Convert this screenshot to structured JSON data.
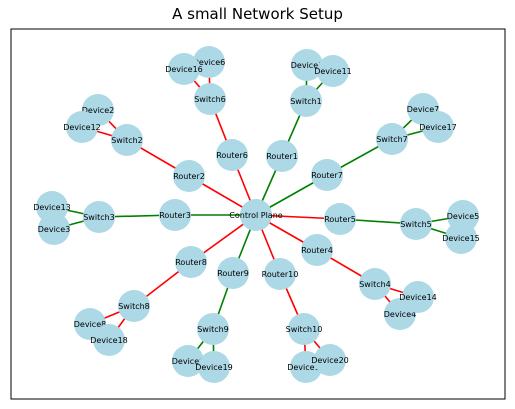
{
  "title": "A small Network Setup",
  "colors": {
    "red": "#ff0000",
    "green": "#008000",
    "node": "#add8e6",
    "frame": "#000000"
  },
  "nodes": [
    {
      "id": "ControlPlane",
      "label": "Control Plane"
    },
    {
      "id": "Router1",
      "label": "Router1"
    },
    {
      "id": "Router2",
      "label": "Router2"
    },
    {
      "id": "Router3",
      "label": "Router3"
    },
    {
      "id": "Router4",
      "label": "Router4"
    },
    {
      "id": "Router5",
      "label": "Router5"
    },
    {
      "id": "Router6",
      "label": "Router6"
    },
    {
      "id": "Router7",
      "label": "Router7"
    },
    {
      "id": "Router8",
      "label": "Router8"
    },
    {
      "id": "Router9",
      "label": "Router9"
    },
    {
      "id": "Router10",
      "label": "Router10"
    },
    {
      "id": "Switch1",
      "label": "Switch1"
    },
    {
      "id": "Switch2",
      "label": "Switch2"
    },
    {
      "id": "Switch3",
      "label": "Switch3"
    },
    {
      "id": "Switch4",
      "label": "Switch4"
    },
    {
      "id": "Switch5",
      "label": "Switch5"
    },
    {
      "id": "Switch6",
      "label": "Switch6"
    },
    {
      "id": "Switch7",
      "label": "Switch7"
    },
    {
      "id": "Switch8",
      "label": "Switch8"
    },
    {
      "id": "Switch9",
      "label": "Switch9"
    },
    {
      "id": "Switch10",
      "label": "Switch10"
    },
    {
      "id": "Device1",
      "label": "Device1"
    },
    {
      "id": "Device11",
      "label": "Device11"
    },
    {
      "id": "Device2",
      "label": "Device2"
    },
    {
      "id": "Device12",
      "label": "Device12"
    },
    {
      "id": "Device3",
      "label": "Device3"
    },
    {
      "id": "Device13",
      "label": "Device13"
    },
    {
      "id": "Device4",
      "label": "Device4"
    },
    {
      "id": "Device14",
      "label": "Device14"
    },
    {
      "id": "Device5",
      "label": "Device5"
    },
    {
      "id": "Device15",
      "label": "Device15"
    },
    {
      "id": "Device6",
      "label": "Device6"
    },
    {
      "id": "Device16",
      "label": "Device16"
    },
    {
      "id": "Device7",
      "label": "Device7"
    },
    {
      "id": "Device17",
      "label": "Device17"
    },
    {
      "id": "Device8",
      "label": "Device8"
    },
    {
      "id": "Device18",
      "label": "Device18"
    },
    {
      "id": "Device9",
      "label": "Device9"
    },
    {
      "id": "Device19",
      "label": "Device19"
    },
    {
      "id": "Device10",
      "label": "Device10"
    },
    {
      "id": "Device20",
      "label": "Device20"
    }
  ],
  "edges": [
    {
      "from": "ControlPlane",
      "to": "Router1",
      "color": "green"
    },
    {
      "from": "ControlPlane",
      "to": "Router2",
      "color": "red"
    },
    {
      "from": "ControlPlane",
      "to": "Router3",
      "color": "green"
    },
    {
      "from": "ControlPlane",
      "to": "Router4",
      "color": "red"
    },
    {
      "from": "ControlPlane",
      "to": "Router5",
      "color": "red"
    },
    {
      "from": "ControlPlane",
      "to": "Router6",
      "color": "red"
    },
    {
      "from": "ControlPlane",
      "to": "Router7",
      "color": "green"
    },
    {
      "from": "ControlPlane",
      "to": "Router8",
      "color": "red"
    },
    {
      "from": "ControlPlane",
      "to": "Router9",
      "color": "green"
    },
    {
      "from": "ControlPlane",
      "to": "Router10",
      "color": "red"
    },
    {
      "from": "Router1",
      "to": "Switch1",
      "color": "green"
    },
    {
      "from": "Router2",
      "to": "Switch2",
      "color": "red"
    },
    {
      "from": "Router3",
      "to": "Switch3",
      "color": "green"
    },
    {
      "from": "Router4",
      "to": "Switch4",
      "color": "red"
    },
    {
      "from": "Router5",
      "to": "Switch5",
      "color": "green"
    },
    {
      "from": "Router6",
      "to": "Switch6",
      "color": "red"
    },
    {
      "from": "Router7",
      "to": "Switch7",
      "color": "green"
    },
    {
      "from": "Router8",
      "to": "Switch8",
      "color": "red"
    },
    {
      "from": "Router9",
      "to": "Switch9",
      "color": "green"
    },
    {
      "from": "Router10",
      "to": "Switch10",
      "color": "red"
    },
    {
      "from": "Switch1",
      "to": "Device1",
      "color": "green"
    },
    {
      "from": "Switch1",
      "to": "Device11",
      "color": "green"
    },
    {
      "from": "Switch2",
      "to": "Device2",
      "color": "red"
    },
    {
      "from": "Switch2",
      "to": "Device12",
      "color": "red"
    },
    {
      "from": "Switch3",
      "to": "Device3",
      "color": "green"
    },
    {
      "from": "Switch3",
      "to": "Device13",
      "color": "green"
    },
    {
      "from": "Switch4",
      "to": "Device4",
      "color": "red"
    },
    {
      "from": "Switch4",
      "to": "Device14",
      "color": "red"
    },
    {
      "from": "Switch5",
      "to": "Device5",
      "color": "green"
    },
    {
      "from": "Switch5",
      "to": "Device15",
      "color": "green"
    },
    {
      "from": "Switch6",
      "to": "Device6",
      "color": "red"
    },
    {
      "from": "Switch6",
      "to": "Device16",
      "color": "red"
    },
    {
      "from": "Switch7",
      "to": "Device7",
      "color": "green"
    },
    {
      "from": "Switch7",
      "to": "Device17",
      "color": "green"
    },
    {
      "from": "Switch8",
      "to": "Device8",
      "color": "red"
    },
    {
      "from": "Switch8",
      "to": "Device18",
      "color": "red"
    },
    {
      "from": "Switch9",
      "to": "Device9",
      "color": "green"
    },
    {
      "from": "Switch9",
      "to": "Device19",
      "color": "green"
    },
    {
      "from": "Switch10",
      "to": "Device10",
      "color": "red"
    },
    {
      "from": "Switch10",
      "to": "Device20",
      "color": "red"
    }
  ]
}
